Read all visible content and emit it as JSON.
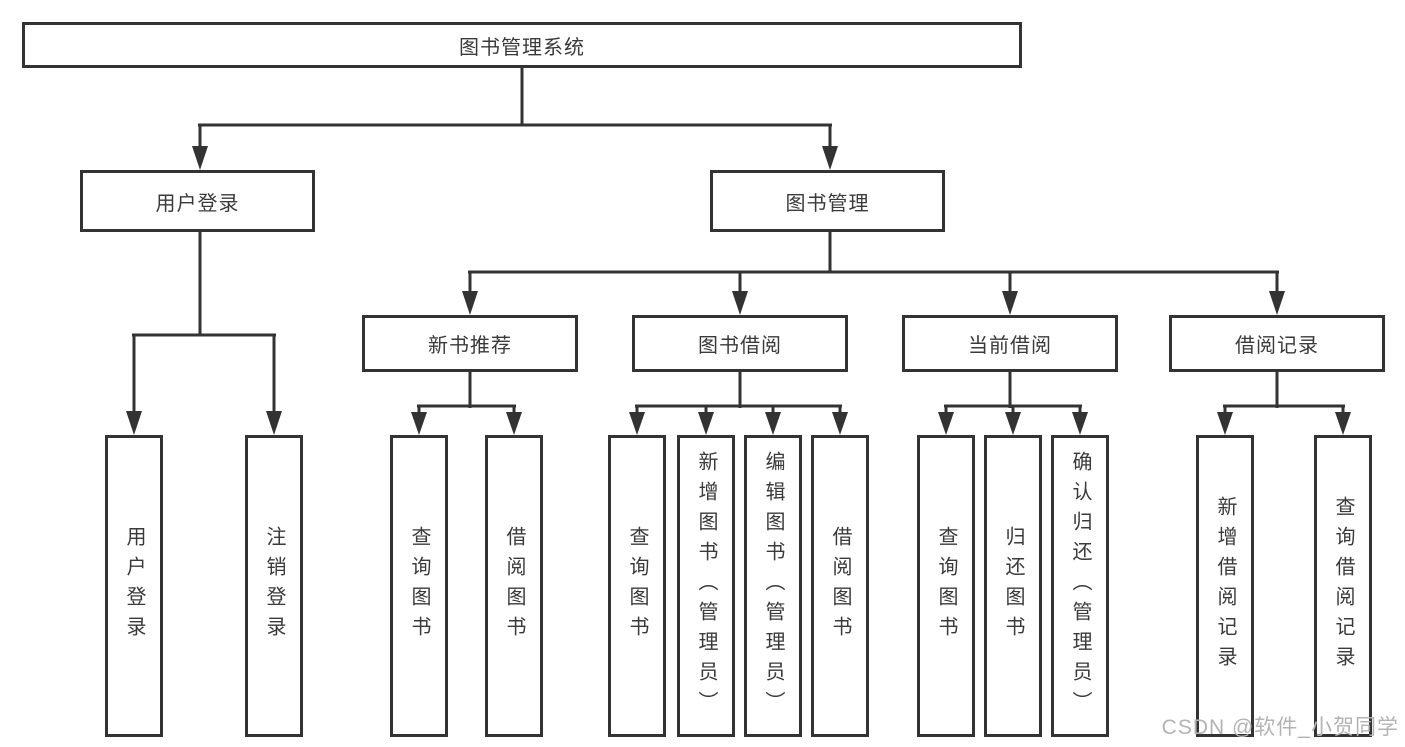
{
  "tree": {
    "root": "图书管理系统",
    "children": [
      {
        "label": "用户登录",
        "children": [
          "用户登录",
          "注销登录"
        ]
      },
      {
        "label": "图书管理",
        "children": [
          {
            "label": "新书推荐",
            "children": [
              "查询图书",
              "借阅图书"
            ]
          },
          {
            "label": "图书借阅",
            "children": [
              "查询图书",
              "新增图书（管理员）",
              "编辑图书（管理员）",
              "借阅图书"
            ]
          },
          {
            "label": "当前借阅",
            "children": [
              "查询图书",
              "归还图书",
              "确认归还（管理员）"
            ]
          },
          {
            "label": "借阅记录",
            "children": [
              "新增借阅记录",
              "查询借阅记录"
            ]
          }
        ]
      }
    ]
  },
  "watermark": "CSDN @软件_小贺同学",
  "colors": {
    "line": "#333333",
    "box_border": "#333333",
    "text": "#3a3a3a",
    "watermark": "#b3b3b3",
    "background": "#ffffff"
  }
}
